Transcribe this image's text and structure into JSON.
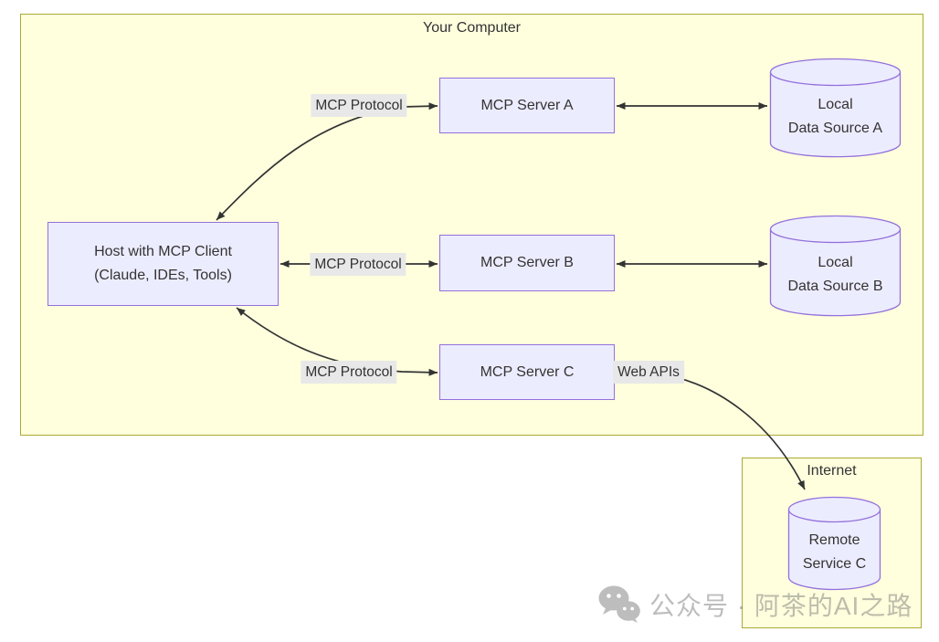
{
  "colors": {
    "cluster_fill": "#FFFFDE",
    "cluster_border": "#AAAA33",
    "node_fill": "#ECECFF",
    "node_border": "#9370DB",
    "line": "#333333",
    "label_bg": "#E8E8E8",
    "text": "#333333",
    "watermark": "#6E6E6E"
  },
  "clusters": {
    "computer": {
      "label": "Your Computer"
    },
    "internet": {
      "label": "Internet"
    }
  },
  "nodes": {
    "host": {
      "line1": "Host with MCP Client",
      "line2": "(Claude, IDEs, Tools)"
    },
    "server_a": {
      "label": "MCP Server A"
    },
    "server_b": {
      "label": "MCP Server B"
    },
    "server_c": {
      "label": "MCP Server C"
    },
    "data_a": {
      "line1": "Local",
      "line2": "Data Source A"
    },
    "data_b": {
      "line1": "Local",
      "line2": "Data Source B"
    },
    "remote_c": {
      "line1": "Remote",
      "line2": "Service C"
    }
  },
  "edge_labels": {
    "protocol_a": "MCP Protocol",
    "protocol_b": "MCP Protocol",
    "protocol_c": "MCP Protocol",
    "web_apis": "Web APIs"
  },
  "watermark": {
    "text": "公众号 · 阿茶的AI之路"
  }
}
